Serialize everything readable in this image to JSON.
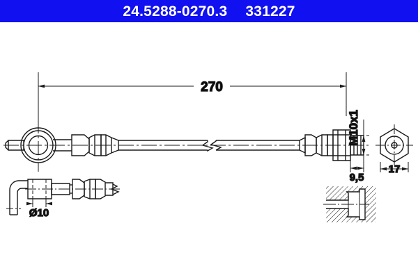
{
  "header": {
    "part_number": "24.5288-0270.3",
    "reference_number": "331227",
    "background_color": "#1010F0",
    "text_color": "#FFFFFF"
  },
  "drawing": {
    "title": "brake-hose-technical-drawing",
    "line_color": "#1a1a1a",
    "background_color": "#FFFFFF",
    "dimensions": {
      "overall_length": "270",
      "thread_spec": "M10x1",
      "thread_length": "9,5",
      "hex_width_across_flats": "17",
      "banjo_bore_diameter": "Ø10"
    },
    "views": [
      {
        "name": "main-elevation",
        "description": "brake hose assembly side view with banjo eye fitting at left and hex union nut at right"
      },
      {
        "name": "hex-end-view",
        "description": "end view of hexagonal union nut showing bore"
      },
      {
        "name": "banjo-detail-view",
        "description": "alternate banjo end detail with bent tube bracket"
      },
      {
        "name": "section-detail-view",
        "description": "hatched cross section of fitting seated in bore"
      }
    ]
  }
}
